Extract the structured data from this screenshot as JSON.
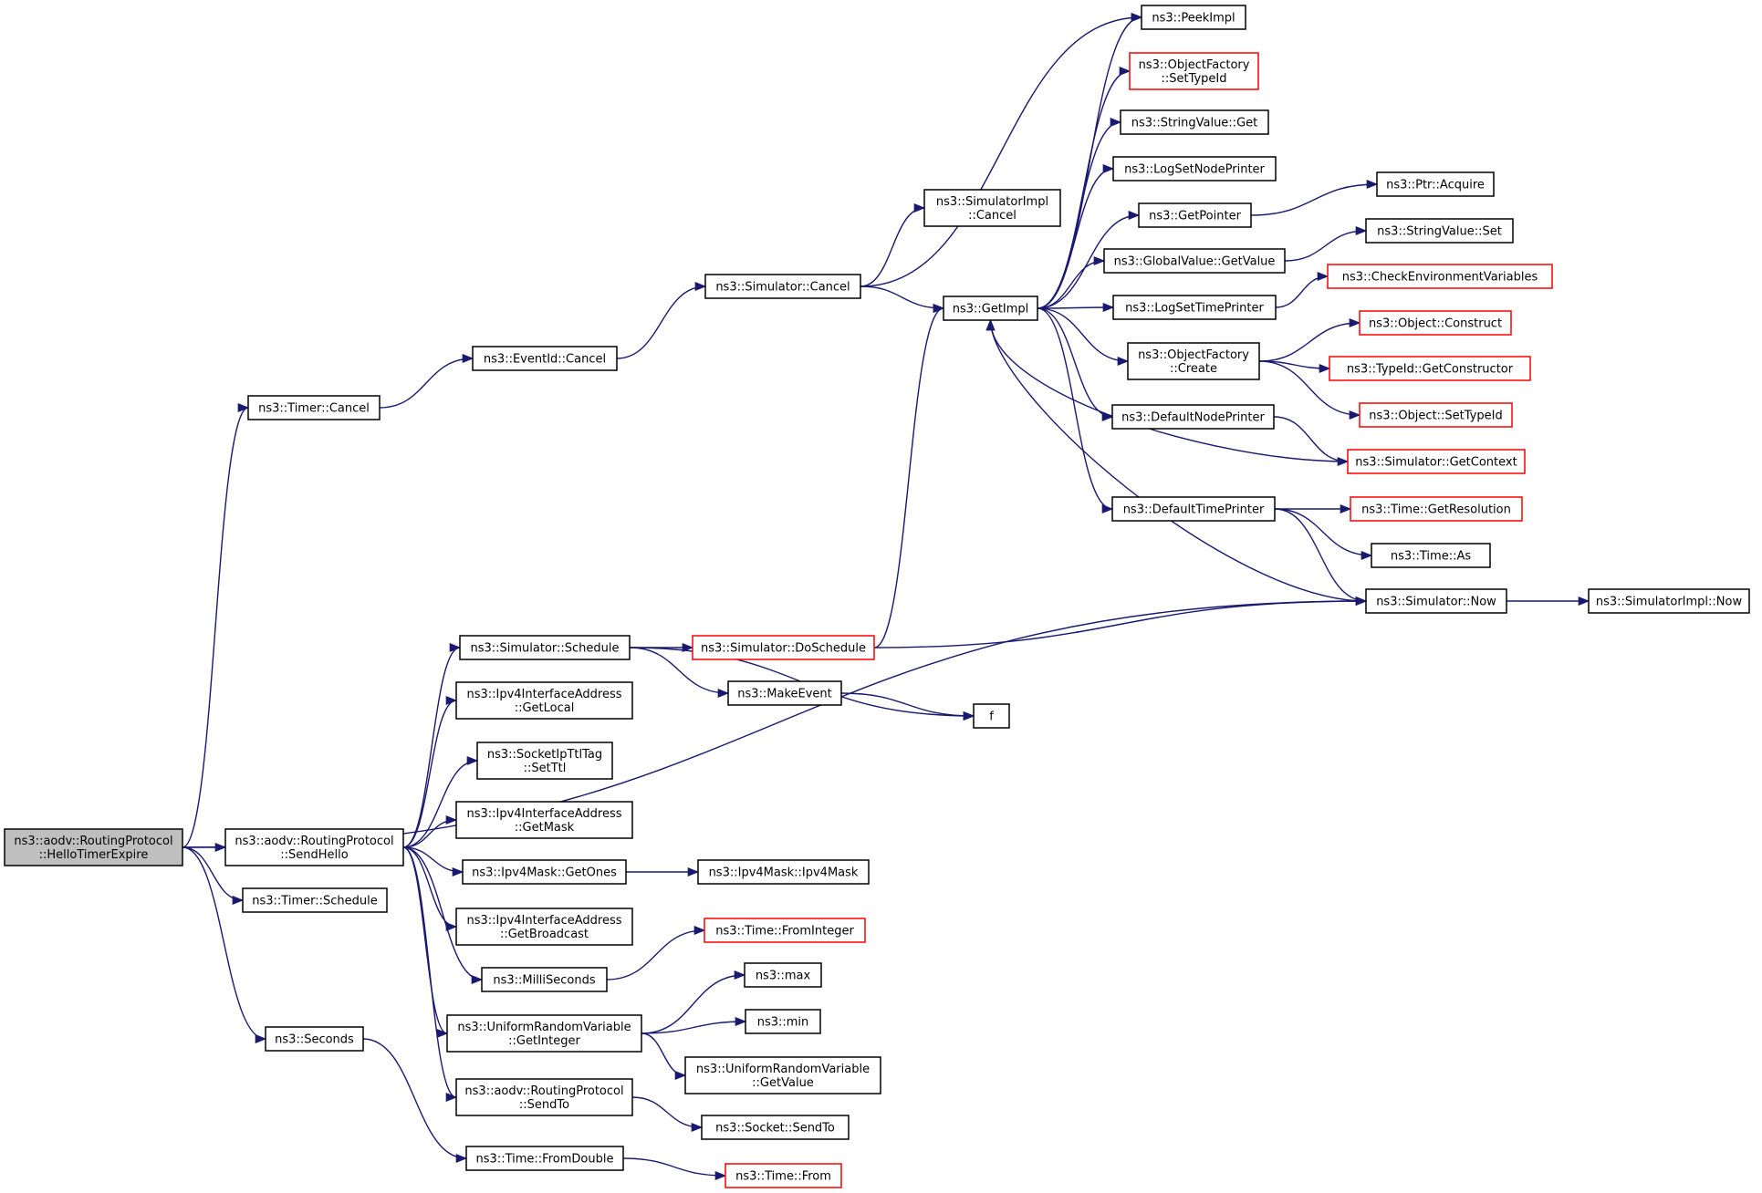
{
  "diagram": {
    "edge_color": "#191970",
    "node_border": "#000000",
    "highlight_border": "#ff0000",
    "root_fill": "#bfbfbf",
    "nodes": [
      {
        "id": "root",
        "lines": [
          "ns3::aodv::RoutingProtocol",
          "::HelloTimerExpire"
        ],
        "style": "root"
      },
      {
        "id": "timer_cancel",
        "lines": [
          "ns3::Timer::Cancel"
        ]
      },
      {
        "id": "eventid_cancel",
        "lines": [
          "ns3::EventId::Cancel"
        ]
      },
      {
        "id": "sim_cancel",
        "lines": [
          "ns3::Simulator::Cancel"
        ]
      },
      {
        "id": "simimpl_cancel",
        "lines": [
          "ns3::SimulatorImpl",
          "::Cancel"
        ]
      },
      {
        "id": "getimpl",
        "lines": [
          "ns3::GetImpl"
        ]
      },
      {
        "id": "peekimpl",
        "lines": [
          "ns3::PeekImpl"
        ]
      },
      {
        "id": "of_settypeid",
        "lines": [
          "ns3::ObjectFactory",
          "::SetTypeId"
        ],
        "style": "red"
      },
      {
        "id": "stringvalue_get",
        "lines": [
          "ns3::StringValue::Get"
        ]
      },
      {
        "id": "logsetnodeprinter",
        "lines": [
          "ns3::LogSetNodePrinter"
        ]
      },
      {
        "id": "getpointer",
        "lines": [
          "ns3::GetPointer"
        ]
      },
      {
        "id": "ptr_acquire",
        "lines": [
          "ns3::Ptr::Acquire"
        ]
      },
      {
        "id": "gv_getvalue",
        "lines": [
          "ns3::GlobalValue::GetValue"
        ]
      },
      {
        "id": "stringvalue_set",
        "lines": [
          "ns3::StringValue::Set"
        ]
      },
      {
        "id": "checkenv",
        "lines": [
          "ns3::CheckEnvironmentVariables"
        ],
        "style": "red"
      },
      {
        "id": "logsettimeprinter",
        "lines": [
          "ns3::LogSetTimePrinter"
        ]
      },
      {
        "id": "of_create",
        "lines": [
          "ns3::ObjectFactory",
          "::Create"
        ]
      },
      {
        "id": "obj_construct",
        "lines": [
          "ns3::Object::Construct"
        ],
        "style": "red"
      },
      {
        "id": "typeid_getctor",
        "lines": [
          "ns3::TypeId::GetConstructor"
        ],
        "style": "red"
      },
      {
        "id": "obj_settypeid",
        "lines": [
          "ns3::Object::SetTypeId"
        ],
        "style": "red"
      },
      {
        "id": "defaultnodeprinter",
        "lines": [
          "ns3::DefaultNodePrinter"
        ]
      },
      {
        "id": "sim_getcontext",
        "lines": [
          "ns3::Simulator::GetContext"
        ],
        "style": "red"
      },
      {
        "id": "defaulttimeprinter",
        "lines": [
          "ns3::DefaultTimePrinter"
        ]
      },
      {
        "id": "time_getresolution",
        "lines": [
          "ns3::Time::GetResolution"
        ],
        "style": "red"
      },
      {
        "id": "time_as",
        "lines": [
          "ns3::Time::As"
        ]
      },
      {
        "id": "sim_now",
        "lines": [
          "ns3::Simulator::Now"
        ]
      },
      {
        "id": "simimpl_now",
        "lines": [
          "ns3::SimulatorImpl::Now"
        ]
      },
      {
        "id": "sim_schedule",
        "lines": [
          "ns3::Simulator::Schedule"
        ]
      },
      {
        "id": "sim_doschedule",
        "lines": [
          "ns3::Simulator::DoSchedule"
        ],
        "style": "red"
      },
      {
        "id": "makeevent",
        "lines": [
          "ns3::MakeEvent"
        ]
      },
      {
        "id": "f",
        "lines": [
          "f"
        ]
      },
      {
        "id": "ipv4ia_getlocal",
        "lines": [
          "ns3::Ipv4InterfaceAddress",
          "::GetLocal"
        ]
      },
      {
        "id": "sockipttl_setttl",
        "lines": [
          "ns3::SocketIpTtlTag",
          "::SetTtl"
        ]
      },
      {
        "id": "ipv4ia_getmask",
        "lines": [
          "ns3::Ipv4InterfaceAddress",
          "::GetMask"
        ]
      },
      {
        "id": "sendhello",
        "lines": [
          "ns3::aodv::RoutingProtocol",
          "::SendHello"
        ]
      },
      {
        "id": "ipv4mask_getones",
        "lines": [
          "ns3::Ipv4Mask::GetOnes"
        ]
      },
      {
        "id": "ipv4mask_ctor",
        "lines": [
          "ns3::Ipv4Mask::Ipv4Mask"
        ]
      },
      {
        "id": "ipv4ia_getbroadcast",
        "lines": [
          "ns3::Ipv4InterfaceAddress",
          "::GetBroadcast"
        ]
      },
      {
        "id": "timer_schedule",
        "lines": [
          "ns3::Timer::Schedule"
        ]
      },
      {
        "id": "time_frominteger",
        "lines": [
          "ns3::Time::FromInteger"
        ],
        "style": "red"
      },
      {
        "id": "milliseconds",
        "lines": [
          "ns3::MilliSeconds"
        ]
      },
      {
        "id": "max",
        "lines": [
          "ns3::max"
        ]
      },
      {
        "id": "min",
        "lines": [
          "ns3::min"
        ]
      },
      {
        "id": "urv_getinteger",
        "lines": [
          "ns3::UniformRandomVariable",
          "::GetInteger"
        ]
      },
      {
        "id": "urv_getvalue",
        "lines": [
          "ns3::UniformRandomVariable",
          "::GetValue"
        ]
      },
      {
        "id": "seconds",
        "lines": [
          "ns3::Seconds"
        ]
      },
      {
        "id": "sendto",
        "lines": [
          "ns3::aodv::RoutingProtocol",
          "::SendTo"
        ]
      },
      {
        "id": "socket_sendto",
        "lines": [
          "ns3::Socket::SendTo"
        ]
      },
      {
        "id": "time_fromdouble",
        "lines": [
          "ns3::Time::FromDouble"
        ]
      },
      {
        "id": "time_from",
        "lines": [
          "ns3::Time::From"
        ],
        "style": "red"
      }
    ],
    "edges": [
      [
        "root",
        "timer_cancel"
      ],
      [
        "root",
        "sim_now"
      ],
      [
        "root",
        "sendhello"
      ],
      [
        "root",
        "timer_schedule"
      ],
      [
        "root",
        "seconds"
      ],
      [
        "timer_cancel",
        "eventid_cancel"
      ],
      [
        "eventid_cancel",
        "sim_cancel"
      ],
      [
        "sim_cancel",
        "simimpl_cancel"
      ],
      [
        "sim_cancel",
        "getimpl"
      ],
      [
        "sim_cancel",
        "peekimpl"
      ],
      [
        "getimpl",
        "peekimpl"
      ],
      [
        "getimpl",
        "of_settypeid"
      ],
      [
        "getimpl",
        "stringvalue_get"
      ],
      [
        "getimpl",
        "logsetnodeprinter"
      ],
      [
        "getimpl",
        "getpointer"
      ],
      [
        "getimpl",
        "gv_getvalue"
      ],
      [
        "getimpl",
        "logsettimeprinter"
      ],
      [
        "getimpl",
        "of_create"
      ],
      [
        "getimpl",
        "defaultnodeprinter"
      ],
      [
        "getimpl",
        "defaulttimeprinter"
      ],
      [
        "getpointer",
        "ptr_acquire"
      ],
      [
        "gv_getvalue",
        "stringvalue_set"
      ],
      [
        "logsettimeprinter",
        "checkenv"
      ],
      [
        "of_create",
        "obj_construct"
      ],
      [
        "of_create",
        "typeid_getctor"
      ],
      [
        "of_create",
        "obj_settypeid"
      ],
      [
        "defaultnodeprinter",
        "sim_getcontext"
      ],
      [
        "sim_getcontext",
        "getimpl"
      ],
      [
        "defaulttimeprinter",
        "time_getresolution"
      ],
      [
        "defaulttimeprinter",
        "time_as"
      ],
      [
        "defaulttimeprinter",
        "sim_now"
      ],
      [
        "sim_now",
        "getimpl"
      ],
      [
        "sim_now",
        "simimpl_now"
      ],
      [
        "sendhello",
        "sim_schedule"
      ],
      [
        "sendhello",
        "ipv4ia_getlocal"
      ],
      [
        "sendhello",
        "sockipttl_setttl"
      ],
      [
        "sendhello",
        "ipv4ia_getmask"
      ],
      [
        "sendhello",
        "ipv4mask_getones"
      ],
      [
        "sendhello",
        "ipv4ia_getbroadcast"
      ],
      [
        "sendhello",
        "milliseconds"
      ],
      [
        "sendhello",
        "urv_getinteger"
      ],
      [
        "sendhello",
        "sendto"
      ],
      [
        "sim_schedule",
        "sim_doschedule"
      ],
      [
        "sim_schedule",
        "makeevent"
      ],
      [
        "sim_schedule",
        "f"
      ],
      [
        "sim_doschedule",
        "getimpl"
      ],
      [
        "sim_doschedule",
        "sim_now"
      ],
      [
        "makeevent",
        "f"
      ],
      [
        "ipv4mask_getones",
        "ipv4mask_ctor"
      ],
      [
        "milliseconds",
        "time_frominteger"
      ],
      [
        "urv_getinteger",
        "max"
      ],
      [
        "urv_getinteger",
        "min"
      ],
      [
        "urv_getinteger",
        "urv_getvalue"
      ],
      [
        "sendto",
        "socket_sendto"
      ],
      [
        "seconds",
        "time_fromdouble"
      ],
      [
        "time_fromdouble",
        "time_from"
      ]
    ]
  }
}
